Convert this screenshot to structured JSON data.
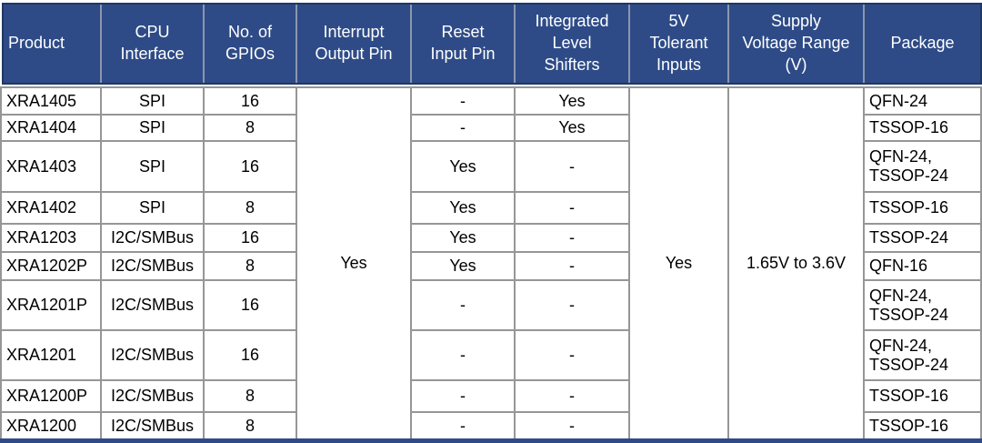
{
  "colors": {
    "header_bg": "#2e4b87",
    "header_border": "#1f3864",
    "header_separator": "#8c96ad",
    "grid_line": "#969696",
    "header_text": "#ffffff",
    "body_text": "#000000",
    "bottom_bar": "#2e4b87"
  },
  "table": {
    "columns": [
      {
        "id": "product",
        "label": "Product"
      },
      {
        "id": "cpu_interface",
        "label": "CPU\nInterface"
      },
      {
        "id": "gpios",
        "label": "No. of\nGPIOs"
      },
      {
        "id": "interrupt_output_pin",
        "label": "Interrupt\nOutput Pin"
      },
      {
        "id": "reset_input_pin",
        "label": "Reset\nInput Pin"
      },
      {
        "id": "integrated_level_shifters",
        "label": "Integrated\nLevel\nShifters"
      },
      {
        "id": "five_v_tolerant_inputs",
        "label": "5V\nTolerant\nInputs"
      },
      {
        "id": "supply_voltage_range",
        "label": "Supply\nVoltage Range\n(V)"
      },
      {
        "id": "package",
        "label": "Package"
      }
    ],
    "merged_cells": {
      "interrupt_output_pin": "Yes",
      "five_v_tolerant_inputs": "Yes",
      "supply_voltage_range": "1.65V to 3.6V"
    },
    "rows": [
      {
        "product": "XRA1405",
        "cpu_interface": "SPI",
        "gpios": "16",
        "reset_input_pin": "-",
        "integrated_level_shifters": "Yes",
        "package": "QFN-24"
      },
      {
        "product": "XRA1404",
        "cpu_interface": "SPI",
        "gpios": "8",
        "reset_input_pin": "-",
        "integrated_level_shifters": "Yes",
        "package": "TSSOP-16"
      },
      {
        "product": "XRA1403",
        "cpu_interface": "SPI",
        "gpios": "16",
        "reset_input_pin": "Yes",
        "integrated_level_shifters": "-",
        "package": "QFN-24,\nTSSOP-24"
      },
      {
        "product": "XRA1402",
        "cpu_interface": "SPI",
        "gpios": "8",
        "reset_input_pin": "Yes",
        "integrated_level_shifters": "-",
        "package": "TSSOP-16"
      },
      {
        "product": "XRA1203",
        "cpu_interface": "I2C/SMBus",
        "gpios": "16",
        "reset_input_pin": "Yes",
        "integrated_level_shifters": "-",
        "package": "TSSOP-24"
      },
      {
        "product": "XRA1202P",
        "cpu_interface": "I2C/SMBus",
        "gpios": "8",
        "reset_input_pin": "Yes",
        "integrated_level_shifters": "-",
        "package": "QFN-16"
      },
      {
        "product": "XRA1201P",
        "cpu_interface": "I2C/SMBus",
        "gpios": "16",
        "reset_input_pin": "-",
        "integrated_level_shifters": "-",
        "package": "QFN-24,\nTSSOP-24"
      },
      {
        "product": "XRA1201",
        "cpu_interface": "I2C/SMBus",
        "gpios": "16",
        "reset_input_pin": "-",
        "integrated_level_shifters": "-",
        "package": "QFN-24,\nTSSOP-24"
      },
      {
        "product": "XRA1200P",
        "cpu_interface": "I2C/SMBus",
        "gpios": "8",
        "reset_input_pin": "-",
        "integrated_level_shifters": "-",
        "package": "TSSOP-16"
      },
      {
        "product": "XRA1200",
        "cpu_interface": "I2C/SMBus",
        "gpios": "8",
        "reset_input_pin": "-",
        "integrated_level_shifters": "-",
        "package": "TSSOP-16"
      }
    ]
  }
}
